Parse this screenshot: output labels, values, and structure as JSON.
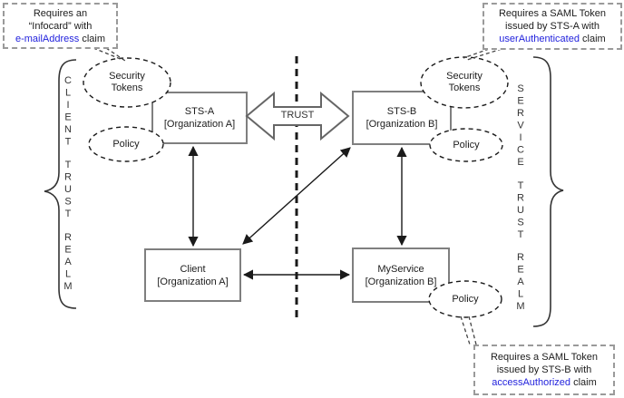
{
  "callouts": {
    "top_left": {
      "line1": "Requires an",
      "line2": "“Infocard” with",
      "claim": "e-mailAddress",
      "suffix": " claim"
    },
    "top_right": {
      "line1": "Requires a SAML Token",
      "line2": "issued by STS-A with",
      "claim": "userAuthenticated",
      "suffix": " claim"
    },
    "bottom_right": {
      "line1": "Requires a SAML Token",
      "line2": "issued by STS-B with",
      "claim": "accessAuthorized",
      "suffix": " claim"
    }
  },
  "realm_braces": {
    "left": {
      "words": [
        "CLIENT",
        "TRUST",
        "REALM"
      ]
    },
    "right": {
      "words": [
        "SERVICE",
        "TRUST",
        "REALM"
      ]
    }
  },
  "ellipses": {
    "left_security_tokens": "Security Tokens",
    "left_policy": "Policy",
    "right_security_tokens": "Security Tokens",
    "right_policy": "Policy",
    "service_policy": "Policy"
  },
  "boxes": {
    "sts_a": {
      "name": "STS-A",
      "org": "[Organization A]"
    },
    "sts_b": {
      "name": "STS-B",
      "org": "[Organization B]"
    },
    "client": {
      "name": "Client",
      "org": "[Organization A]"
    },
    "myservice": {
      "name": "MyService",
      "org": "[Organization B]"
    }
  },
  "trust_arrow": {
    "label": "TRUST"
  },
  "colors": {
    "claim_link_blue": "#2222dd",
    "box_border_gray": "#7f7f7f",
    "dashed_black": "#1a1a1a"
  }
}
